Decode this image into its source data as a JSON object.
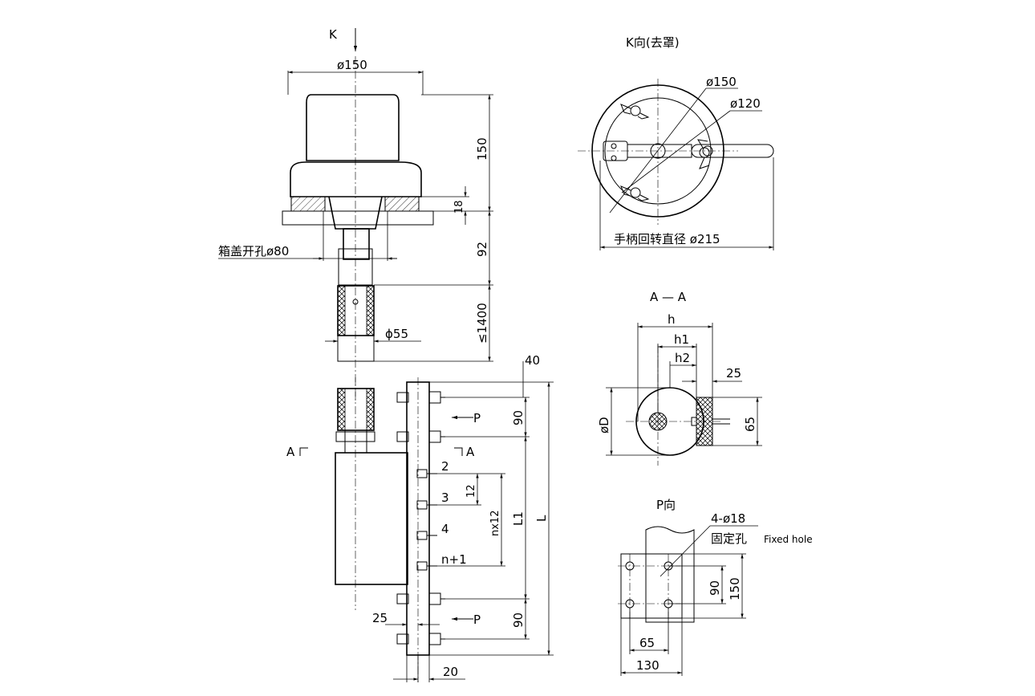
{
  "main_view": {
    "k_arrow_label": "K",
    "dia_top": "ø150",
    "height_150": "150",
    "flange_18": "18",
    "height_92": "92",
    "height_1400": "≤1400",
    "cover_hole": "箱盖开孔ø80",
    "shaft_dia": "ϕ55",
    "dim_40": "40",
    "p_label_top": "P",
    "p_label_bottom": "P",
    "dim_90_top": "90",
    "dim_90_bottom": "90",
    "dim_12": "12",
    "dim_nx12": "nx12",
    "dim_L1": "L1",
    "dim_L": "L",
    "dim_25": "25",
    "dim_20": "20",
    "section_left": "A",
    "section_right": "A",
    "tap_labels": [
      "2",
      "3",
      "4",
      "n+1"
    ]
  },
  "k_view": {
    "title": "K向(去罩)",
    "dia_150": "ø150",
    "dia_120": "ø120",
    "handle_note": "手柄回转直径 ø215"
  },
  "section_view": {
    "title": "A — A",
    "h": "h",
    "h1": "h1",
    "h2": "h2",
    "dim_25": "25",
    "dia_D": "øD",
    "dim_65": "65"
  },
  "p_view": {
    "title": "P向",
    "holes": "4-ø18",
    "hole_cn": "固定孔",
    "hole_en": "Fixed hole",
    "dim_90": "90",
    "dim_150": "150",
    "dim_65": "65",
    "dim_130": "130"
  }
}
